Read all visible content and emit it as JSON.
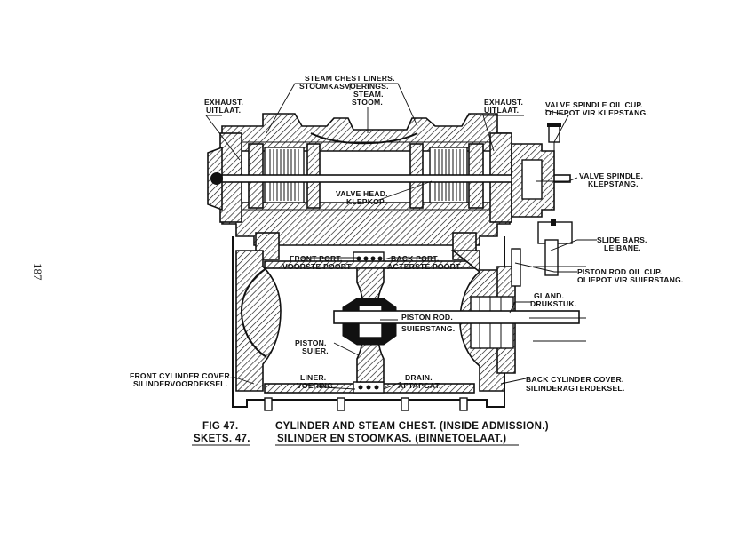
{
  "page_number": "187",
  "figure": {
    "fig_en": "FIG 47.",
    "fig_af": "SKETS. 47."
  },
  "caption": {
    "en": "CYLINDER AND STEAM CHEST. (INSIDE ADMISSION.)",
    "af": "SILINDER EN STOOMKAS. (BINNETOELAAT.)"
  },
  "labels": {
    "steam_chest_liners": {
      "en": "STEAM CHEST LINERS.",
      "af": "STOOMKASVOERINGS."
    },
    "steam": {
      "en": "STEAM.",
      "af": "STOOM."
    },
    "exhaust_left": {
      "en": "EXHAUST.",
      "af": "UITLAAT."
    },
    "exhaust_right": {
      "en": "EXHAUST.",
      "af": "UITLAAT."
    },
    "valve_spindle_oil_cup": {
      "en": "VALVE SPINDLE OIL CUP.",
      "af": "OLIEPOT VIR KLEPSTANG."
    },
    "valve_spindle": {
      "en": "VALVE SPINDLE.",
      "af": "KLEPSTANG."
    },
    "valve_head": {
      "en": "VALVE HEAD.",
      "af": "KLEPKOP"
    },
    "slide_bars": {
      "en": "SLIDE BARS.",
      "af": "LEIBANE."
    },
    "front_port": {
      "en": "FRONT PORT.",
      "af": "VOORSTE POORT"
    },
    "back_port": {
      "en": "BACK PORT.",
      "af": "AGTERSTE POORT"
    },
    "piston_rod_oil_cup": {
      "en": "PISTON ROD OIL CUP.",
      "af": "OLIEPOT VIR SUIERSTANG."
    },
    "gland": {
      "en": "GLAND.",
      "af": "DRUKSTUK."
    },
    "piston_rod": {
      "en": "PISTON ROD.",
      "af": "SUIERSTANG."
    },
    "piston": {
      "en": "PISTON.",
      "af": "SUIER."
    },
    "front_cylinder_cover": {
      "en": "FRONT CYLINDER COVER.",
      "af": "SILINDERVOORDEKSEL."
    },
    "back_cylinder_cover": {
      "en": "BACK CYLINDER COVER.",
      "af": "SILINDERAGTERDEKSEL."
    },
    "liner": {
      "en": "LINER.",
      "af": "VOERING."
    },
    "drain": {
      "en": "DRAIN.",
      "af": "AFTAPGAT."
    }
  }
}
